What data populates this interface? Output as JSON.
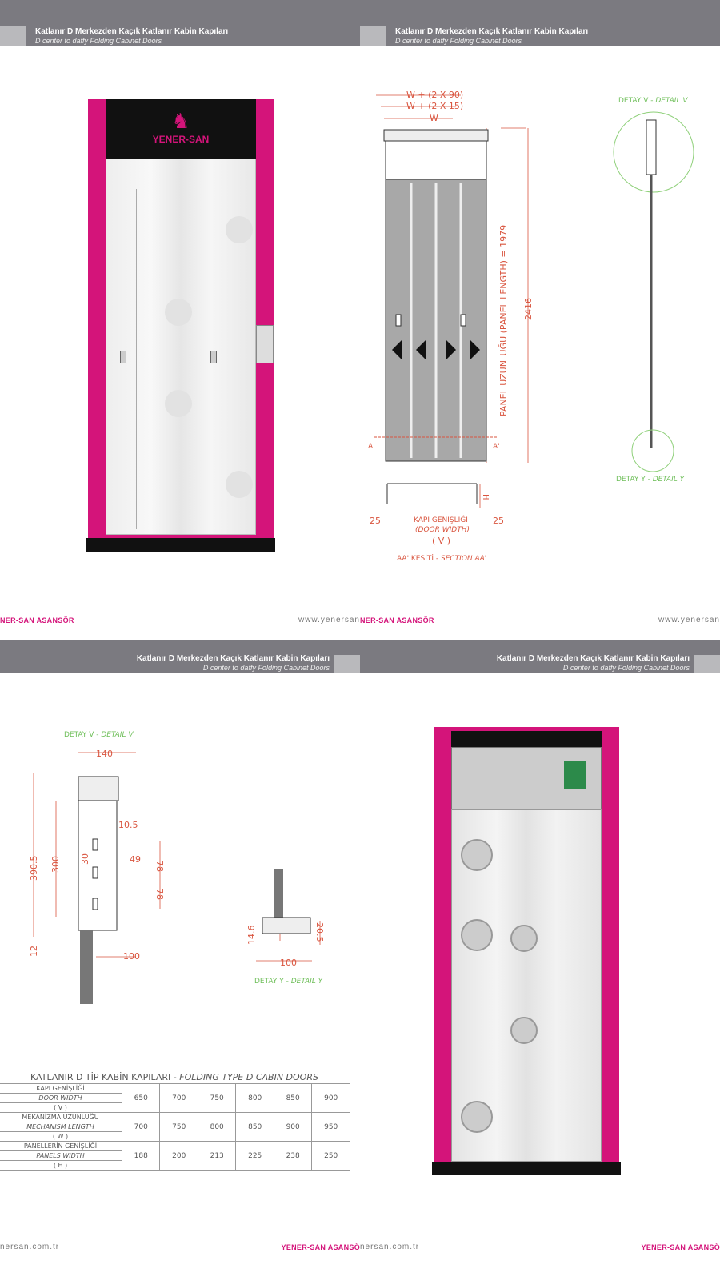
{
  "header": {
    "title": "Katlanır D Merkezden Kaçık Katlanır Kabin Kapıları",
    "subtitle": "D center to daffy Folding Cabinet Doors"
  },
  "brand": {
    "logo": "YENER-SAN",
    "footer_brand_top": "NER-SAN ASANSÖR",
    "footer_brand_bottom": "YENER-SAN ASANSÖ",
    "url_top": "www.yenersan",
    "url_bottom": "nersan.com.tr",
    "accent": "#d4147a"
  },
  "drawing_main": {
    "w90": "W + (2 X 90)",
    "w15": "W + (2 X 15)",
    "w": "W",
    "panel_length": "PANEL UZUNLUĞU (PANEL LENGTH) = 1979",
    "height": "2416",
    "a": "A",
    "a_prime": "A'",
    "h": "H",
    "left25": "25",
    "right25": "25",
    "door_width_tr": "KAPI GENİŞLİĞİ",
    "door_width_en": "(DOOR WIDTH)",
    "v": "( V )",
    "section": "AA' KESİTİ - ",
    "section_en": "SECTION AA'",
    "detail_v": "DETAY V - ",
    "detail_v_en": "DETAIL V",
    "detail_y": "DETAY Y - ",
    "detail_y_en": "DETAIL Y"
  },
  "detail": {
    "d140": "140",
    "d10_5": "10.5",
    "d390_5": "390.5",
    "d300": "300",
    "d30": "30",
    "d49": "49",
    "d78a": "78",
    "d78b": "78",
    "d12": "12",
    "d100": "100",
    "d14_6": "14.6",
    "d20_5": "20.5",
    "d100b": "100"
  },
  "table": {
    "title": "KATLANIR D TİP KABİN KAPILARI - ",
    "title_en": "FOLDING TYPE D CABIN DOORS",
    "rows": [
      {
        "tr": "KAPI GENİŞLİĞİ",
        "en": "DOOR WIDTH",
        "sym": "( V )",
        "values": [
          "650",
          "700",
          "750",
          "800",
          "850",
          "900"
        ]
      },
      {
        "tr": "MEKANİZMA UZUNLUĞU",
        "en": "MECHANISM LENGTH",
        "sym": "( W )",
        "values": [
          "700",
          "750",
          "800",
          "850",
          "900",
          "950"
        ]
      },
      {
        "tr": "PANELLERİN GENİŞLİĞİ",
        "en": "PANELS WIDTH",
        "sym": "( H )",
        "values": [
          "188",
          "200",
          "213",
          "225",
          "238",
          "250"
        ]
      }
    ]
  }
}
